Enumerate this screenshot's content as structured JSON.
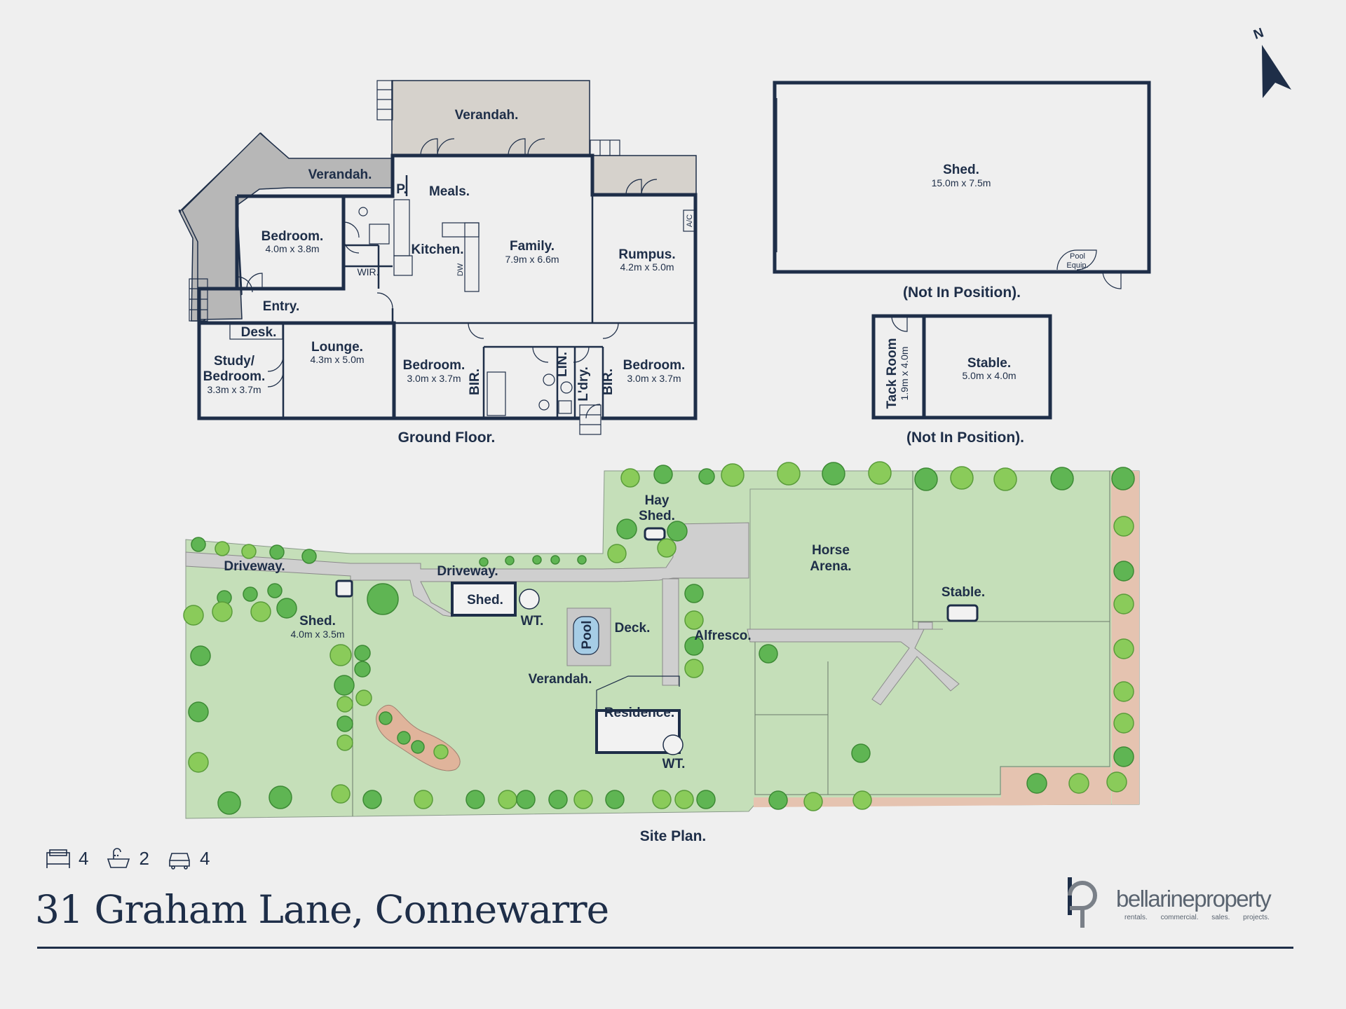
{
  "floor_plan": {
    "caption": "Ground Floor.",
    "rooms": {
      "verandah_top": "Verandah.",
      "verandah_left": "Verandah.",
      "meals": "Meals.",
      "pantry": "P.",
      "bedroom1": {
        "name": "Bedroom.",
        "dim": "4.0m x 3.8m"
      },
      "wir": "WIR.",
      "kitchen": "Kitchen.",
      "dw": "DW",
      "family": {
        "name": "Family.",
        "dim": "7.9m x 6.6m"
      },
      "rumpus": {
        "name": "Rumpus.",
        "dim": "4.2m x 5.0m"
      },
      "ac": "A/C",
      "entry": "Entry.",
      "desk": "Desk.",
      "study": {
        "name_line1": "Study/",
        "name_line2": "Bedroom.",
        "dim": "3.3m x 3.7m"
      },
      "lounge": {
        "name": "Lounge.",
        "dim": "4.3m x 5.0m"
      },
      "bedroom2": {
        "name": "Bedroom.",
        "dim": "3.0m x 3.7m"
      },
      "bir1": "BIR.",
      "lin": "LIN.",
      "ldry": "L'dry.",
      "bir2": "BIR.",
      "bedroom3": {
        "name": "Bedroom.",
        "dim": "3.0m x 3.7m"
      }
    }
  },
  "shed_plan": {
    "name": "Shed.",
    "dim": "15.0m x 7.5m",
    "pool_equip_line1": "Pool",
    "pool_equip_line2": "Equip.",
    "caption": "(Not In Position)."
  },
  "stable_plan": {
    "tack_room": "Tack Room",
    "tack_dim": "1.9m x 4.0m",
    "stable": "Stable.",
    "stable_dim": "5.0m x 4.0m",
    "caption": "(Not In Position)."
  },
  "compass": {
    "label": "N"
  },
  "site_plan": {
    "caption": "Site Plan.",
    "labels": {
      "hay_shed_line1": "Hay",
      "hay_shed_line2": "Shed.",
      "driveway_left": "Driveway.",
      "driveway_mid": "Driveway.",
      "shed_small": "Shed.",
      "shed_small_dim": "4.0m x 3.5m",
      "shed_mid": "Shed.",
      "wt_top": "WT.",
      "pool": "Pool",
      "deck": "Deck.",
      "alfresco": "Alfresco.",
      "verandah": "Verandah.",
      "residence": "Residence.",
      "wt_bottom": "WT.",
      "horse_arena_line1": "Horse",
      "horse_arena_line2": "Arena.",
      "stable": "Stable."
    }
  },
  "stats": {
    "beds": "4",
    "baths": "2",
    "cars": "4"
  },
  "address": "31 Graham Lane, Connewarre",
  "brand": {
    "name": "bellarineproperty",
    "tagline": "rentals. commercial. sales. projects."
  },
  "colors": {
    "ink": "#1e2e48",
    "lawn": "#c5dfb9",
    "verandah": "#d6d2cc",
    "border_pink": "#e5c3b0",
    "tree": "#5fb553"
  }
}
